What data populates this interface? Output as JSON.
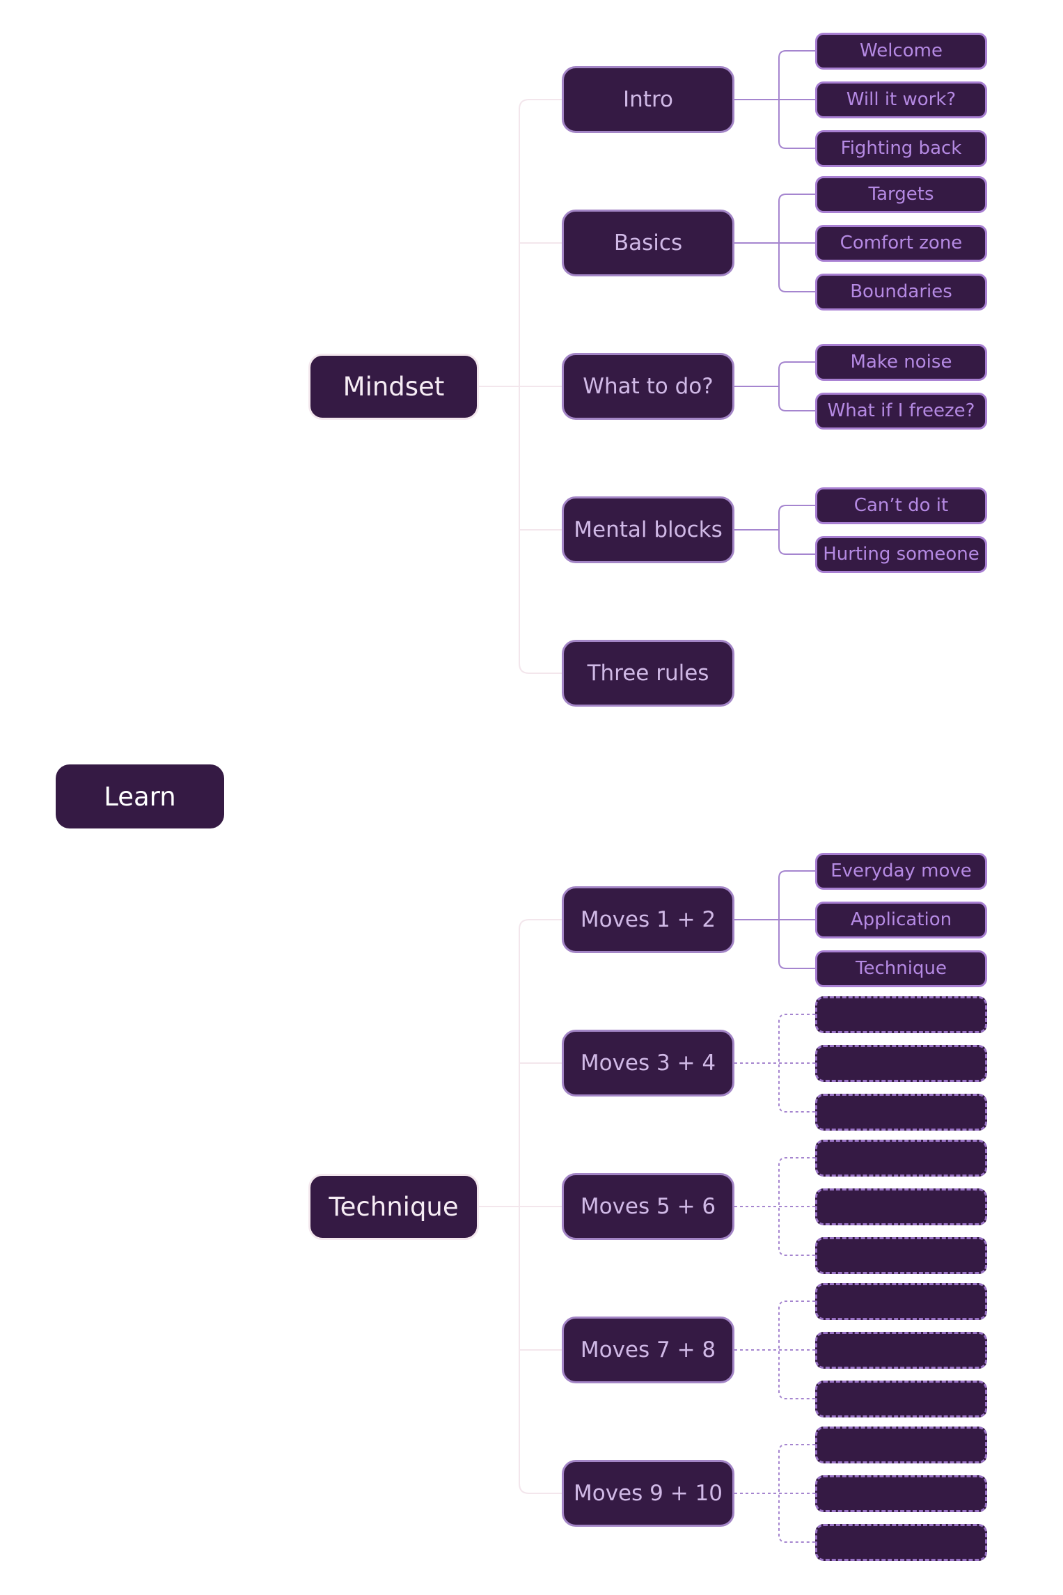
{
  "root": {
    "label": "Learn"
  },
  "branches": [
    {
      "label": "Mindset",
      "topics": [
        {
          "label": "Intro",
          "items": [
            "Welcome",
            "Will it work?",
            "Fighting back"
          ]
        },
        {
          "label": "Basics",
          "items": [
            "Targets",
            "Comfort zone",
            "Boundaries"
          ]
        },
        {
          "label": "What to do?",
          "items": [
            "Make noise",
            "What if I freeze?"
          ]
        },
        {
          "label": "Mental blocks",
          "items": [
            "Can’t do it",
            "Hurting someone"
          ]
        },
        {
          "label": "Three rules",
          "items": []
        }
      ]
    },
    {
      "label": "Technique",
      "topics": [
        {
          "label": "Moves 1 + 2",
          "items": [
            "Everyday move",
            "Application",
            "Technique"
          ]
        },
        {
          "label": "Moves 3 + 4",
          "placeholders": 3
        },
        {
          "label": "Moves 5 + 6",
          "placeholders": 3
        },
        {
          "label": "Moves 7 + 8",
          "placeholders": 3
        },
        {
          "label": "Moves 9 + 10",
          "placeholders": 3
        }
      ]
    }
  ],
  "colors": {
    "node_fill": "#351a44",
    "branch_border": "#f4e8ee",
    "topic_border": "#a385c6",
    "leaf_border": "#a87fd2",
    "leaf_text": "#b58ae3",
    "trunk_line": "#f3e6ec",
    "leaf_line": "#a585cf"
  }
}
